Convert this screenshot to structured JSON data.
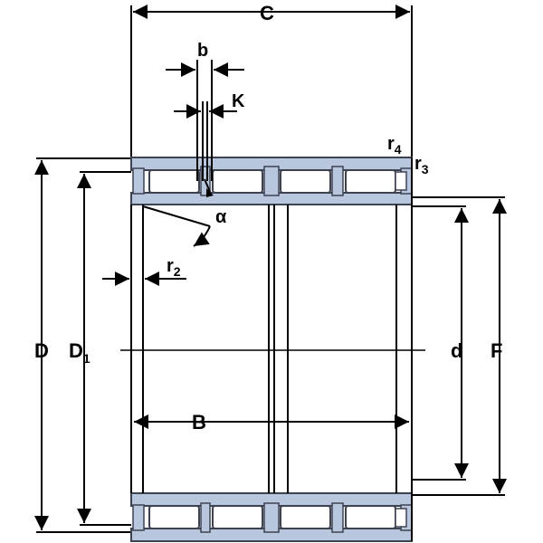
{
  "labels": {
    "C": "C",
    "b": "b",
    "K": "K",
    "r4_base": "r",
    "r4_sub": "4",
    "r3_base": "r",
    "r3_sub": "3",
    "alpha": "α",
    "r2_base": "r",
    "r2_sub": "2",
    "D": "D",
    "D1_base": "D",
    "D1_sub": "1",
    "d": "d",
    "F": "F",
    "B": "B"
  },
  "colors": {
    "line": "#000000",
    "steel_fill": "#b8c7de",
    "steel_stroke": "#3c4250"
  }
}
